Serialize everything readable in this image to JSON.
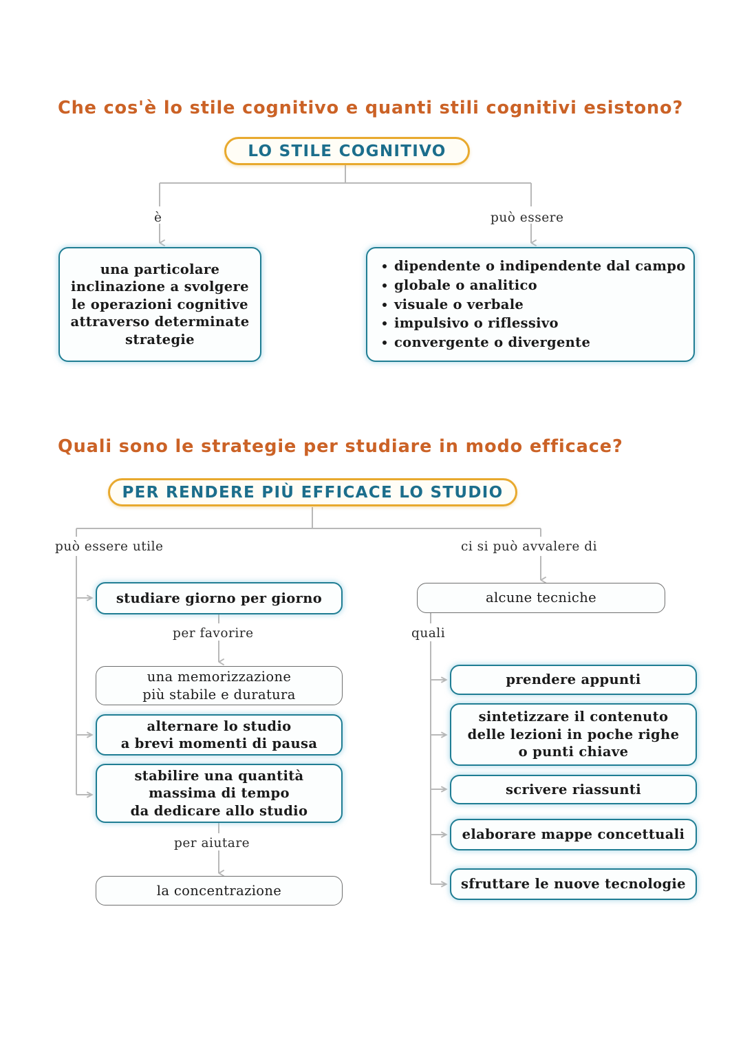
{
  "colors": {
    "heading": "#CB6226",
    "gold_border": "#E8A92E",
    "title_text": "#1C6E8C",
    "teal_border": "#1F7D93",
    "gray_border": "#6E6E6E",
    "connector": "#B8B8B8",
    "body_text": "#1A1A1A",
    "page_background": "#FFFFFF"
  },
  "sections": [
    {
      "heading": "Che cos'è lo stile cognitivo e quanti stili cognitivi esistono?",
      "root": "LO STILE COGNITIVO",
      "edges": {
        "left": "è",
        "right": "può essere"
      },
      "left_box": "una particolare\ninclinazione a svolgere\nle operazioni cognitive\nattraverso determinate\nstrategie",
      "right_list": [
        "dipendente o indipendente dal campo",
        "globale o analitico",
        "visuale o verbale",
        "impulsivo o riflessivo",
        "convergente o divergente"
      ]
    },
    {
      "heading": "Quali sono le strategie per studiare in modo efficace?",
      "root": "PER RENDERE PIÙ EFFICACE LO STUDIO",
      "edges": {
        "left": "può essere utile",
        "right": "ci si può avvalere di",
        "per_favorire": "per favorire",
        "per_aiutare": "per aiutare",
        "quali": "quali"
      },
      "left_branch": {
        "item_1": "studiare giorno per giorno",
        "result_1": "una memorizzazione\npiù stabile e duratura",
        "item_2": "alternare lo studio\na brevi momenti di pausa",
        "item_3": "stabilire una quantità\nmassima di tempo\nda dedicare allo studio",
        "result_2": "la concentrazione"
      },
      "right_branch": {
        "intro": "alcune tecniche",
        "techniques": [
          "prendere appunti",
          "sintetizzare il contenuto\ndelle lezioni in poche righe\no punti chiave",
          "scrivere riassunti",
          "elaborare mappe concettuali",
          "sfruttare le nuove tecnologie"
        ]
      }
    }
  ]
}
